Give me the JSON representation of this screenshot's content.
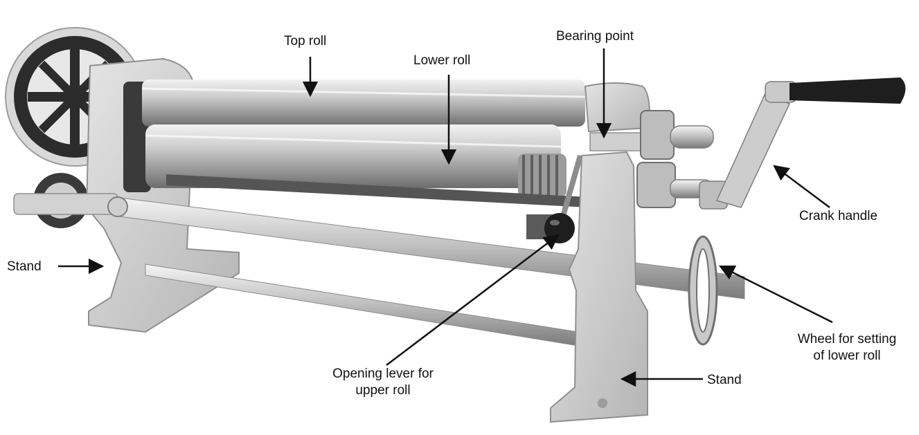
{
  "labels": {
    "top_roll": "Top roll",
    "lower_roll": "Lower roll",
    "bearing_point": "Bearing point",
    "crank_handle": "Crank handle",
    "stand_left": "Stand",
    "stand_right": "Stand",
    "opening_lever": [
      "Opening lever for",
      "upper roll"
    ],
    "wheel_setting": [
      "Wheel for setting",
      "of lower roll"
    ]
  },
  "colors": {
    "casting": "#d6d6d6",
    "casting_shadow": "#a9a9a9",
    "roll_light": "#e9e9e9",
    "roll_dark": "#8c8c8c",
    "iron_dark": "#2f2f2f",
    "arrow": "#111111"
  }
}
